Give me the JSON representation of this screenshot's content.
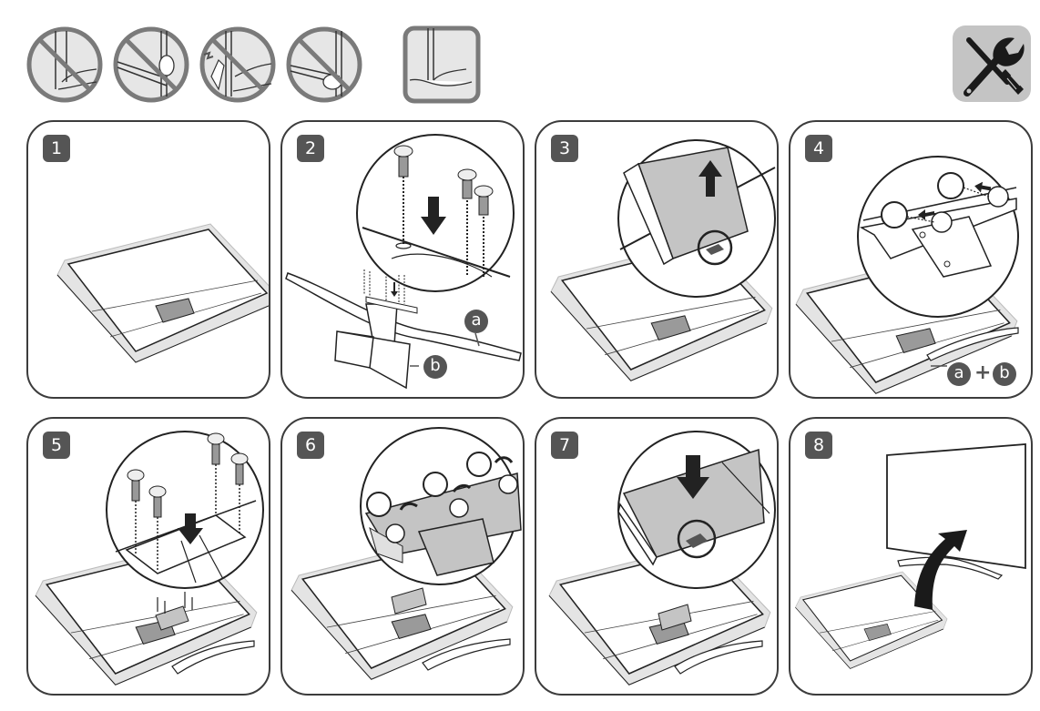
{
  "document": {
    "title": "Stand assembly instructions",
    "warnings": [
      {
        "name": "do-not-hold-by-bottom-edge",
        "type": "prohibited"
      },
      {
        "name": "do-not-grip-screen-edge",
        "type": "prohibited"
      },
      {
        "name": "do-not-press-screen",
        "type": "prohibited"
      },
      {
        "name": "do-not-hold-by-corner",
        "type": "prohibited"
      },
      {
        "name": "hold-from-underneath",
        "type": "allowed"
      }
    ],
    "tools_icon": "screwdriver-wrench-icon",
    "steps": [
      {
        "number": "1",
        "description": "tv-face-down-on-soft-surface"
      },
      {
        "number": "2",
        "description": "attach-stand-neck-to-base-with-screws",
        "labels": [
          "a",
          "b"
        ]
      },
      {
        "number": "3",
        "description": "remove-cover-lift-up"
      },
      {
        "number": "4",
        "description": "insert-stand-hooks",
        "labels": [
          "a",
          "b"
        ],
        "plus": "+"
      },
      {
        "number": "5",
        "description": "fasten-four-screws"
      },
      {
        "number": "6",
        "description": "attach-cover-hooks"
      },
      {
        "number": "7",
        "description": "press-cover-down-into-place"
      },
      {
        "number": "8",
        "description": "lift-tv-upright"
      }
    ]
  },
  "colors": {
    "badge": "#555555",
    "warning_gray": "#7a7a7a",
    "panel_border": "#3c3c3c",
    "fill_light": "#e8e8e8",
    "fill_mid": "#c4c4c4"
  }
}
